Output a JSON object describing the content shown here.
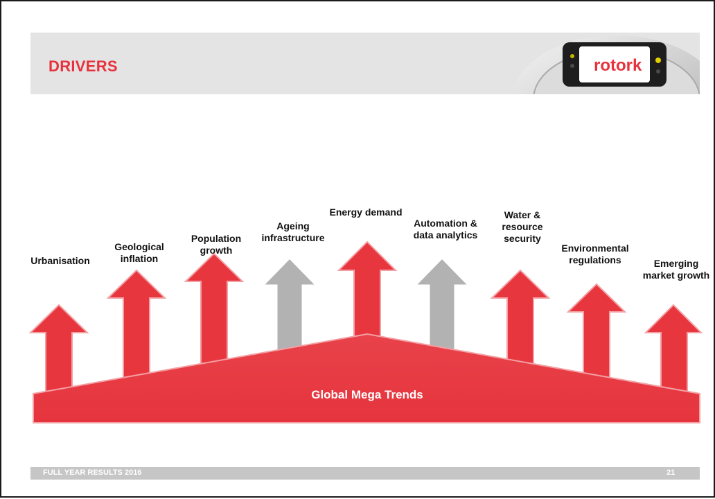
{
  "slide": {
    "title": "DRIVERS",
    "footer": "FULL YEAR RESULTS 2016",
    "page_number": "21"
  },
  "logo": {
    "text": "rotork"
  },
  "diagram": {
    "base_label": "Global Mega Trends",
    "drivers": [
      {
        "label": "Urbanisation",
        "color": "red"
      },
      {
        "label": "Geological inflation",
        "color": "red"
      },
      {
        "label": "Population growth",
        "color": "red"
      },
      {
        "label": "Ageing infrastructure",
        "color": "grey"
      },
      {
        "label": "Energy demand",
        "color": "red"
      },
      {
        "label": "Automation & data analytics",
        "color": "grey"
      },
      {
        "label": "Water & resource security",
        "color": "red"
      },
      {
        "label": "Environmental regulations",
        "color": "red"
      },
      {
        "label": "Emerging market growth",
        "color": "red"
      }
    ]
  },
  "colors": {
    "accent_red": "#e8313c",
    "grey_arrow": "#b0b0b0",
    "header_grey": "#e4e4e4"
  }
}
